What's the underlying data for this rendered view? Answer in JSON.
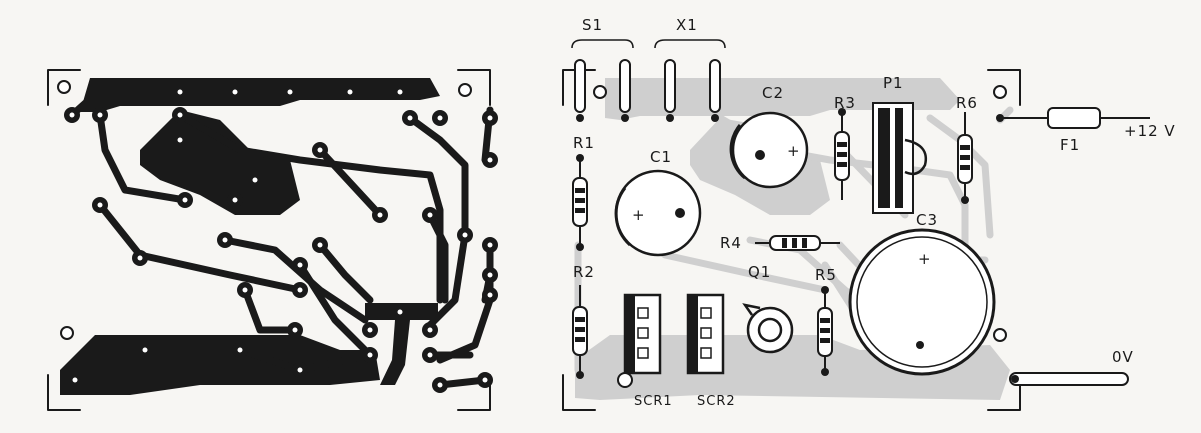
{
  "diagram": {
    "labels": {
      "s1": "S1",
      "x1": "X1",
      "c2": "C2",
      "p1": "P1",
      "r3": "R3",
      "r6": "R6",
      "r1": "R1",
      "c1": "C1",
      "r4": "R4",
      "c3": "C3",
      "q1": "Q1",
      "r5": "R5",
      "r2": "R2",
      "scr1": "SCR1",
      "scr2": "SCR2",
      "f1": "F1",
      "v12": "+12 V",
      "v0": "0V"
    },
    "polarity": {
      "plus": "+"
    },
    "colors": {
      "ink": "#1a1a1a",
      "copper_shade": "#cfcfcf",
      "paper": "#f7f6f3"
    }
  }
}
